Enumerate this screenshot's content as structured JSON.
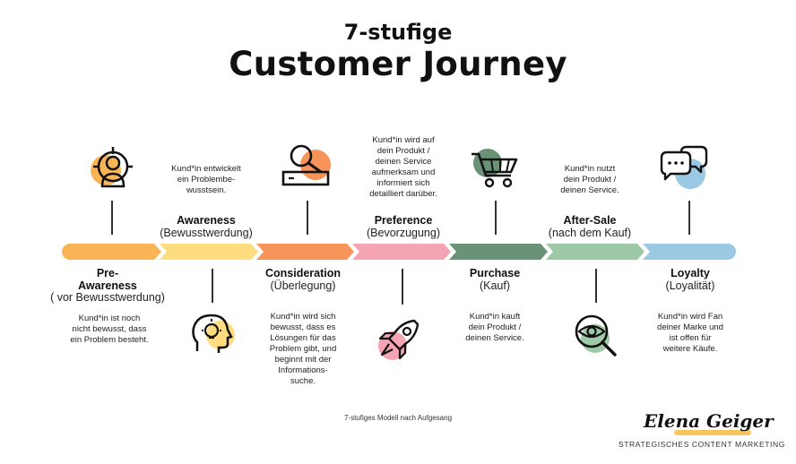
{
  "header": {
    "subtitle": "7-stufige",
    "title": "Customer Journey"
  },
  "colors": {
    "pre_awareness": "#f9b555",
    "awareness": "#fddd7f",
    "consideration": "#f7945a",
    "preference": "#f5a4b4",
    "purchase": "#6a9277",
    "after_sale": "#9ec9a6",
    "loyalty": "#9bc8e3"
  },
  "stages": [
    {
      "title": "Pre-\nAwareness",
      "subtitle": "( vor Bewusstwerdung)",
      "description": "Kund*in ist noch\nnicht bewusst, dass\nein Problem besteht.",
      "icon": "target-person-icon"
    },
    {
      "title": "Awareness",
      "subtitle": "(Bewusstwerdung)",
      "description": "Kund*in entwickelt\nein Problembe-\nwusstsein.",
      "icon": "head-lightbulb-icon"
    },
    {
      "title": "Consideration",
      "subtitle": "(Überlegung)",
      "description": "Kund*in wird sich\nbewusst, dass es\nLösungen für das\nProblem gibt, und\nbeginnt mit der\nInformations-\nsuche.",
      "icon": "search-bar-icon"
    },
    {
      "title": "Preference",
      "subtitle": "(Bevorzugung)",
      "description": "Kund*in wird auf\ndein Produkt /\ndeinen Service\naufmerksam und\ninformiert sich\ndetailliert darüber.",
      "icon": "rocket-icon"
    },
    {
      "title": "Purchase",
      "subtitle": "(Kauf)",
      "description": "Kund*in kauft\ndein Produkt /\ndeinen Service.",
      "icon": "shopping-cart-icon"
    },
    {
      "title": "After-Sale",
      "subtitle": "(nach dem Kauf)",
      "description": "Kund*in nutzt\ndein Produkt /\ndeinen Service.",
      "icon": "eye-magnifier-icon"
    },
    {
      "title": "Loyalty",
      "subtitle": "(Loyalität)",
      "description": "Kund*in wird Fan\ndeiner Marke und\nist offen für\nweitere Käufe.",
      "icon": "chat-bubbles-icon"
    }
  ],
  "footer": {
    "note": "7-stufiges Modell nach Aufgesang",
    "brand": "Elena Geiger",
    "tagline": "STRATEGISCHES CONTENT MARKETING"
  }
}
